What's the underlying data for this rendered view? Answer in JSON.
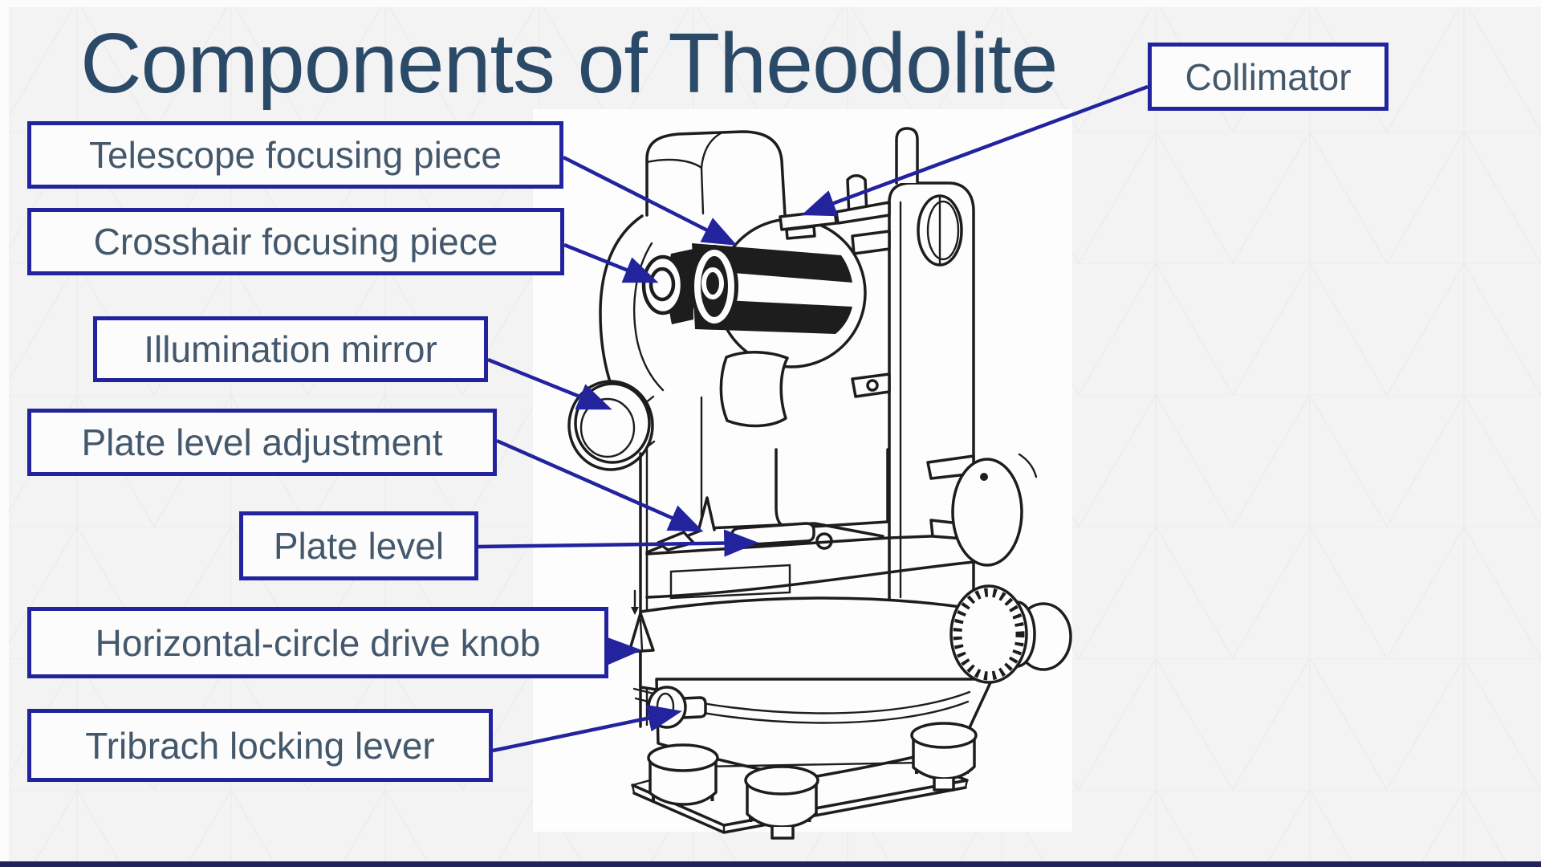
{
  "slide": {
    "title": "Components of Theodolite"
  },
  "labels": {
    "telescope_focusing_piece": "Telescope focusing piece",
    "crosshair_focusing_piece": "Crosshair focusing piece",
    "illumination_mirror": "Illumination mirror",
    "plate_level_adjustment": "Plate level adjustment",
    "plate_level": "Plate level",
    "horizontal_circle_drive_knob": "Horizontal-circle drive knob",
    "tribrach_locking_lever": "Tribrach locking lever",
    "collimator": "Collimator"
  },
  "colors": {
    "accent_navy": "#22239d",
    "title_text": "#2b4a68",
    "label_text": "#44586c",
    "background": "#f3f3f4",
    "figure_background": "#fdfdfe",
    "drawing_ink": "#1d1d1d",
    "bottom_bar": "#23235c"
  }
}
